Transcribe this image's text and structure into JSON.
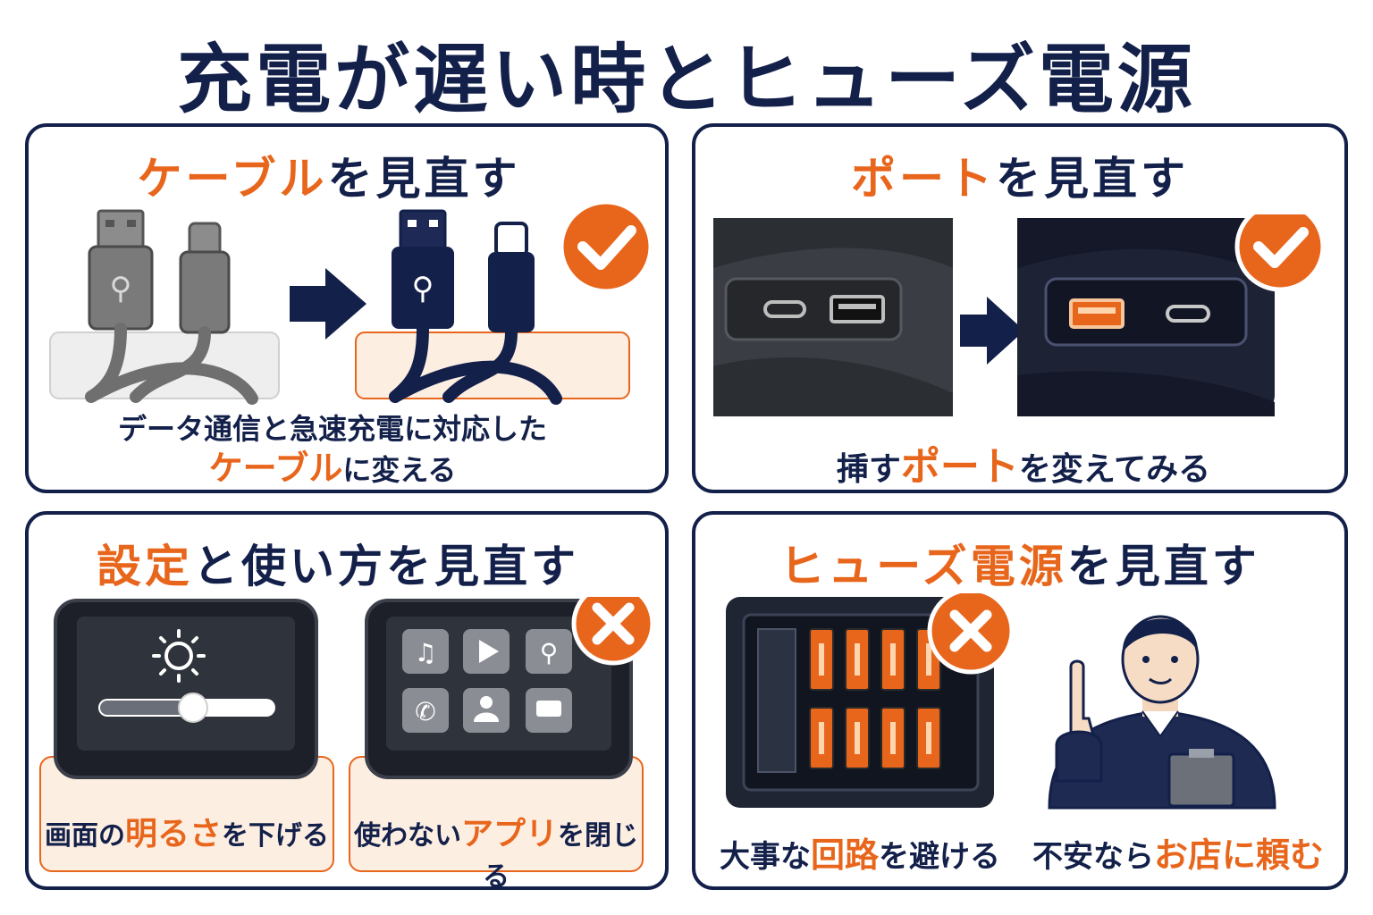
{
  "title": "充電が遅い時とヒューズ電源",
  "colors": {
    "navy": "#13204a",
    "orange": "#e8661c",
    "light_orange": "#fdeee2",
    "gray": "#6b6b6b"
  },
  "panels": {
    "cable": {
      "heading_accent": "ケーブル",
      "heading_rest": "を見直す",
      "caption_line1": "データ通信と急速充電に対応した",
      "caption_accent": "ケーブル",
      "caption_rest": "に変える",
      "icons": [
        "usb-a-plug-icon",
        "usb-c-plug-icon",
        "arrow-right-icon",
        "check-icon"
      ]
    },
    "port": {
      "heading_accent": "ポート",
      "heading_rest": "を見直す",
      "caption_pre": "挿す",
      "caption_accent": "ポート",
      "caption_rest": "を変えてみる",
      "icons": [
        "usb-c-port-icon",
        "usb-a-port-icon",
        "arrow-right-icon",
        "check-icon"
      ]
    },
    "settings": {
      "heading_accent": "設定",
      "heading_rest": "と使い方を見直す",
      "brightness_pre": "画面の",
      "brightness_accent": "明るさ",
      "brightness_rest": "を下げる",
      "apps_pre": "使わない",
      "apps_accent": "アプリ",
      "apps_rest": "を閉じる",
      "icons": [
        "sun-icon",
        "music-icon",
        "play-icon",
        "map-pin-icon",
        "phone-icon",
        "contact-icon",
        "message-icon",
        "cross-icon"
      ]
    },
    "fuse": {
      "heading_accent": "ヒューズ電源",
      "heading_rest": "を見直す",
      "circuit_pre": "大事な",
      "circuit_accent": "回路",
      "circuit_rest": "を避ける",
      "shop_pre": "不安なら",
      "shop_accent": "お店に頼む",
      "icons": [
        "fuse-box-icon",
        "cross-icon",
        "mechanic-icon"
      ]
    }
  }
}
